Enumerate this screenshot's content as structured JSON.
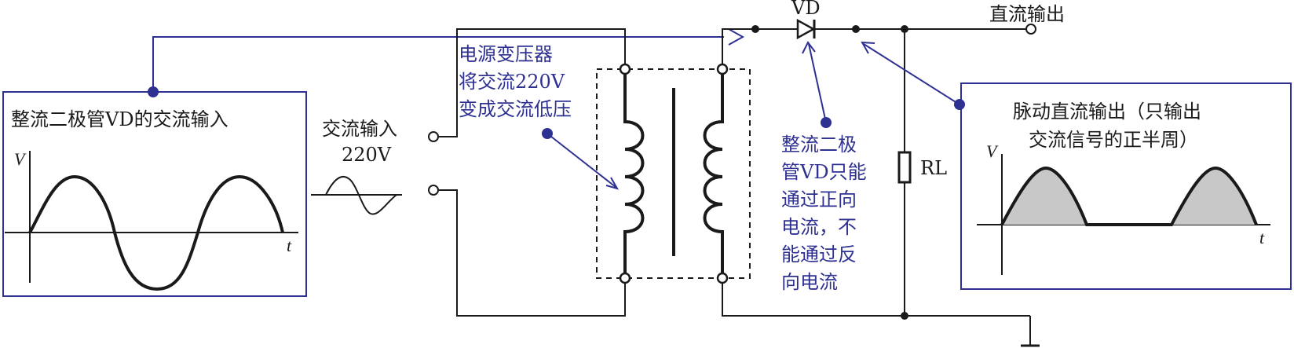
{
  "colors": {
    "annotation": "#2e3192",
    "wire": "#1a1a1a",
    "half_wave_fill": "#c8c8c8"
  },
  "left_panel": {
    "title": "整流二极管VD的交流输入",
    "v_label": "V",
    "t_label": "t"
  },
  "ac_input": {
    "label_line1": "交流输入",
    "label_line2": "220V"
  },
  "transformer_note": {
    "lines": [
      "电源变压器",
      "将交流220V",
      "变成交流低压"
    ]
  },
  "diode": {
    "label": "VD"
  },
  "dc_output": {
    "label": "直流输出"
  },
  "resistor": {
    "label": "RL"
  },
  "diode_note": {
    "lines": [
      "整流二极",
      "管VD只能",
      "通过正向",
      "电流，不",
      "能通过反",
      "向电流"
    ]
  },
  "right_panel": {
    "title_line1": "脉动直流输出（只输出",
    "title_line2": "交流信号的正半周）",
    "v_label": "V",
    "t_label": "t"
  },
  "icons": [
    "diode-icon",
    "resistor-icon",
    "transformer-icon",
    "ground-icon",
    "terminal-icon"
  ]
}
